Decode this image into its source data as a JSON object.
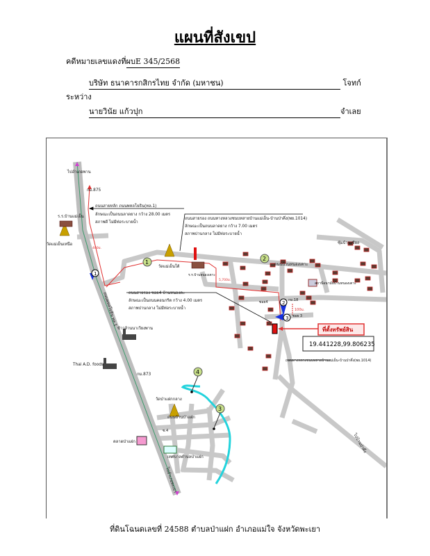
{
  "title": "แผนที่สังเขป",
  "case": {
    "label": "คดีหมายเลขแดงที่",
    "number": " ผบE 345/2568"
  },
  "plaintiff": {
    "name": "บริษัท ธนาคารกสิกรไทย จำกัด (มหาชน)",
    "role": "โจทก์"
  },
  "between": "ระหว่าง",
  "defendant": {
    "name": "นายวินัย แก้วปุก",
    "role": "จำเลย"
  },
  "map": {
    "to_phan": "ไปอำเภอพาน",
    "to_phayao": "ไปอำเภอพะเยา",
    "to_pakueng": "ไปบ้านป่าคึ่ง",
    "km875": "กม.875",
    "km873": "กม.873",
    "km18": "กม.18",
    "main_road_name": "ถนนพหลโยธิน ทล.1",
    "main_road_note": [
      "ถนนสายหลัก ถนนพหลโยธิน(ทล.1)",
      "ลักษณะเป็นถนนลาดยาง กว้าง 28.00 เมตร",
      "สภาพดี ไม่มีท่อระบายน้ำ"
    ],
    "secondary_road_note": [
      "ถนนสายรอง ถนนทางหลวงชนบทสายบ้านแม่เย็น-บ้านป่าคึ่ง(พย.1014)",
      "ลักษณะเป็นถนนลาดยาง กว้าง 7.00 เมตร",
      "สภาพปานกลาง ไม่มีท่อระบายน้ำ"
    ],
    "soi_note": [
      "ถนนสายรอง ซอย4 บ้านหนองตะ",
      "ลักษณะเป็นถนนคอนกรีต กว้าง 4.00 เมตร",
      "สภาพปานกลาง ไม่มีท่อระบายน้ำ"
    ],
    "rural_road_note": "ถนนทางหลวงชนบทสายบ้านแม่เย็น-บ้านป่าคึ่ง(พย.1014)",
    "school_maeyen": "ร.ร.บ้านแม่เย็น",
    "wat_maeyen_nuea": "วัดแม่เย็นเหนือ",
    "wat_maeyen_tai": "วัดแม่เย็นใต้",
    "school_nongtao": "ร.ร.บ้านหนองเตาะ",
    "road_nongtao": "ถนนบ้านหนองเตาะ",
    "village_north": "ซุ้มบ้านเชียง",
    "health_station": "สถานีอนามัยบ้านหนองเตาะ",
    "dist_400": "400ม.",
    "dist_5700": "5,700ม.",
    "dist_100": "100ม.",
    "soi4": "ซอย4",
    "soi3": "ซอย 3",
    "property_label": "ที่ตั้งทรัพย์สิน",
    "coordinates": "19.441228,99.806235",
    "rice_factory": "ข้าวล้านนาเวียงพาน",
    "thai_ad": "Thai A.D. foods",
    "wat_pafaek": "วัดป่าแฝกกลาง",
    "road_pafaek": "ถนนบ้านป่าแฝก",
    "soi_s4": "ซ.4",
    "market": "ตลาดป่าแฝก",
    "municipality": "เทศบาลตำบลป่าแฝก",
    "markers": [
      "1",
      "2",
      "3",
      "4"
    ]
  },
  "footer": "ที่ดินโฉนดเลขที่ 24588 ตำบลป่าแฝก อำเภอแม่ใจ จังหวัดพะเยา"
}
